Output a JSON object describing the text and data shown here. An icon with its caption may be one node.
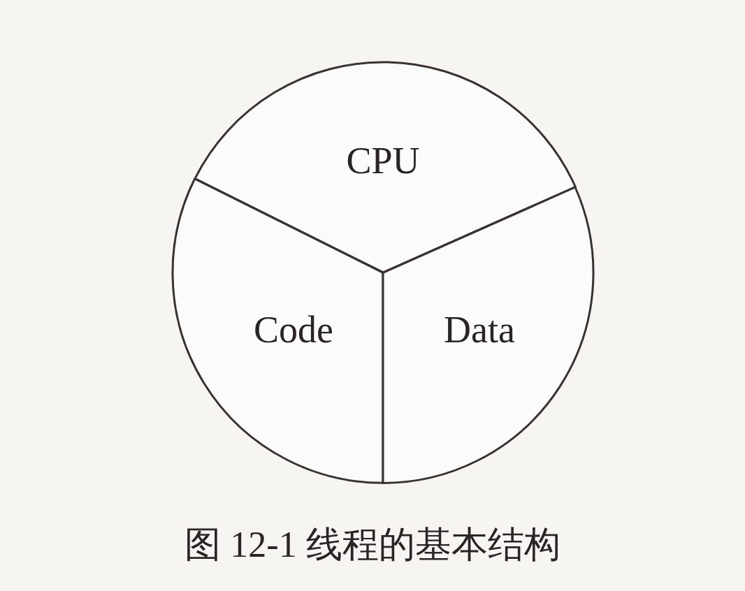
{
  "diagram": {
    "caption": "图 12-1 线程的基本结构",
    "nodes": [
      {
        "text": [
          "CPU"
        ]
      },
      {
        "text": [
          "Code"
        ]
      },
      {
        "text": [
          "Data"
        ]
      }
    ]
  }
}
